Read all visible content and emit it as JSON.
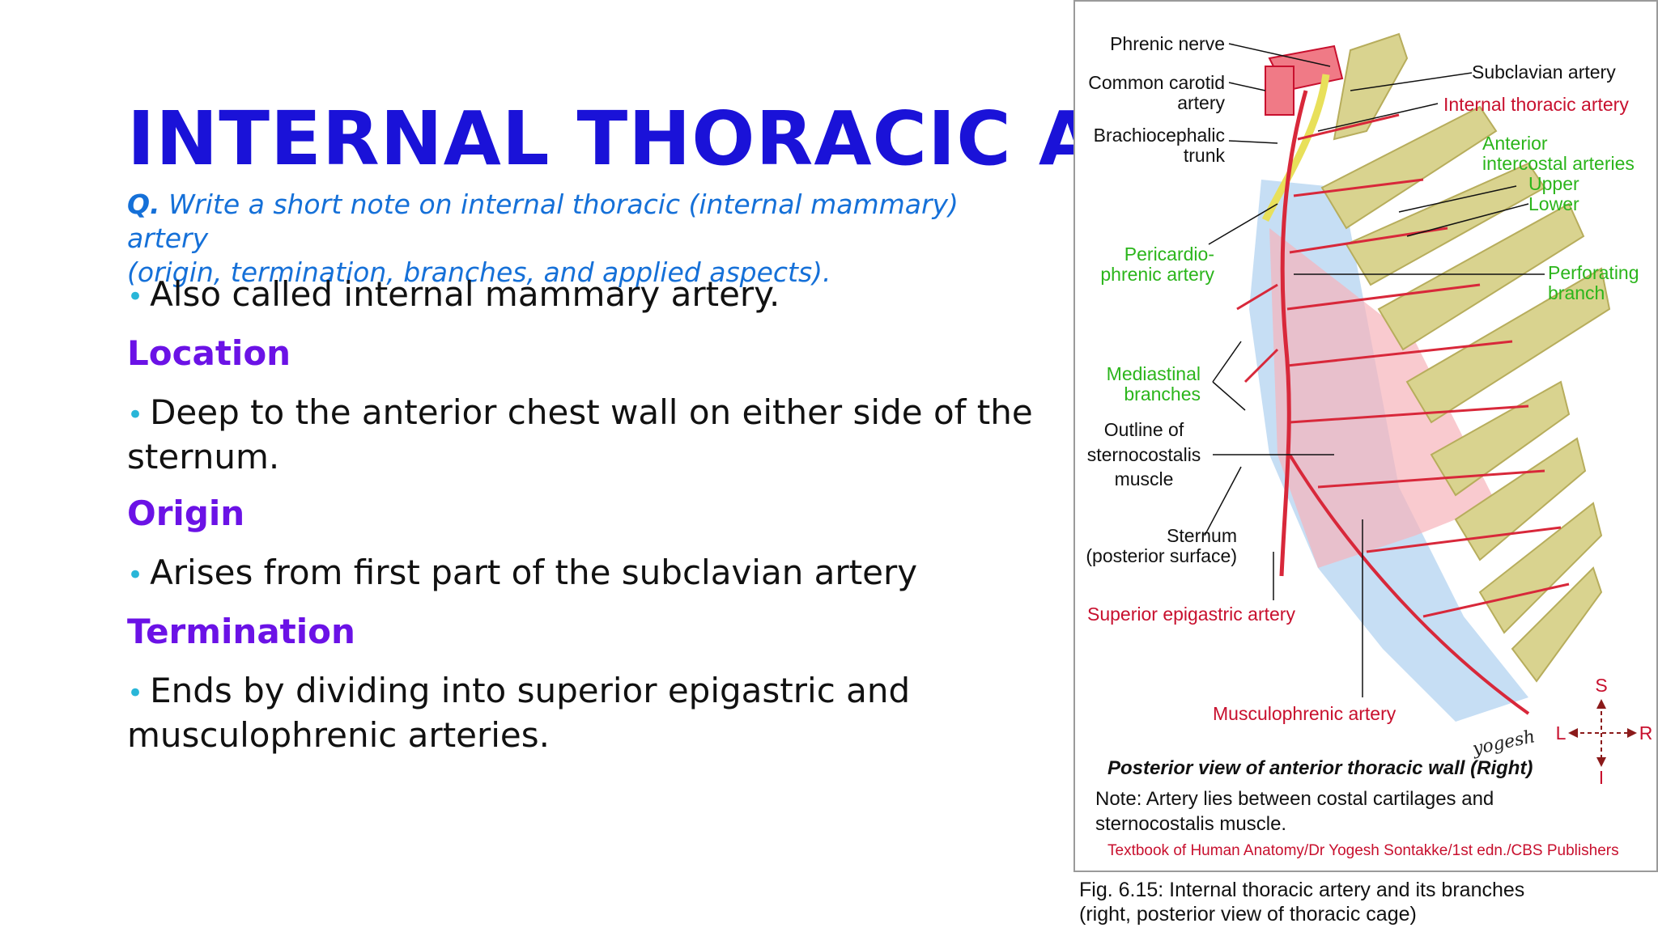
{
  "slide": {
    "title": "INTERNAL THORACIC ARTERY",
    "question_prefix": "Q.",
    "question_line1": "Write a short note on internal thoracic (internal mammary) artery",
    "question_line2": "(origin, termination, branches, and applied aspects).",
    "bullet1": "Also called internal mammary artery.",
    "heading_location": "Location",
    "bullet2_line1": "Deep to the anterior chest wall on either side of the",
    "bullet2_line2": "sternum.",
    "heading_origin": "Origin",
    "bullet3": "Arises from first part of the subclavian artery",
    "heading_termination": "Termination",
    "bullet4_line1": "Ends by dividing into superior epigastric and",
    "bullet4_line2": "musculophrenic arteries."
  },
  "figure": {
    "labels": {
      "phrenic_nerve": "Phrenic nerve",
      "common_carotid_1": "Common carotid",
      "common_carotid_2": "artery",
      "brachiocephalic_1": "Brachiocephalic",
      "brachiocephalic_2": "trunk",
      "pericardio_1": "Pericardio-",
      "pericardio_2": "phrenic artery",
      "mediastinal_1": "Mediastinal",
      "mediastinal_2": "branches",
      "outline_1": "Outline of",
      "outline_2": "sternocostalis",
      "outline_3": "muscle",
      "sternum_1": "Sternum",
      "sternum_2": "(posterior surface)",
      "superior_epigastric": "Superior epigastric artery",
      "subclavian": "Subclavian artery",
      "internal_thoracic": "Internal thoracic artery",
      "anterior_1": "Anterior",
      "anterior_2": "intercostal arteries",
      "upper": "Upper",
      "lower": "Lower",
      "perforating_1": "Perforating",
      "perforating_2": "branch",
      "musculophrenic": "Musculophrenic artery",
      "signature": "yogesh",
      "compass_s": "S",
      "compass_l": "L",
      "compass_r": "R",
      "compass_i": "I",
      "view_title": "Posterior view of anterior thoracic wall (Right)",
      "note_1": "Note: Artery lies between costal cartilages and",
      "note_2": "sternocostalis muscle.",
      "source": "Textbook of Human Anatomy/Dr Yogesh Sontakke/1st edn./CBS Publishers"
    },
    "colors": {
      "artery": "#d8283a",
      "rib": "#d9d38f",
      "sternum": "#bcd8f2",
      "muscle": "#f6b3bb",
      "green_label": "#2bb51b",
      "red_label": "#c8102e"
    }
  },
  "caption": {
    "line1": "Fig. 6.15: Internal thoracic artery and its branches",
    "line2": "(right, posterior view of thoracic cage)"
  }
}
